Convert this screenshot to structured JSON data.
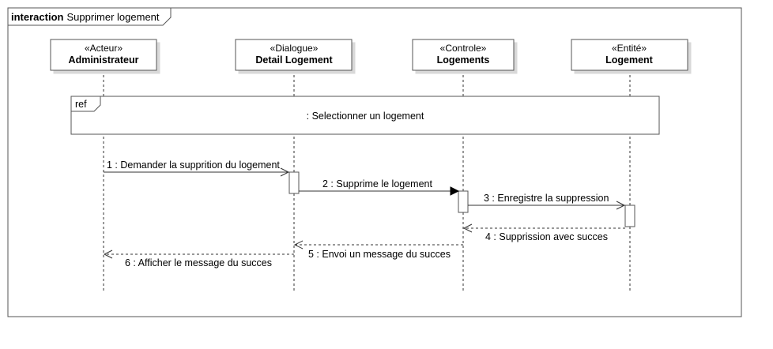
{
  "frame": {
    "keyword": "interaction",
    "name": "Supprimer logement"
  },
  "lifelines": [
    {
      "id": "admin",
      "stereotype": "«Acteur»",
      "name": "Administrateur"
    },
    {
      "id": "detail",
      "stereotype": "«Dialogue»",
      "name": "Detail Logement"
    },
    {
      "id": "ctrl",
      "stereotype": "«Controle»",
      "name": "Logements"
    },
    {
      "id": "ent",
      "stereotype": "«Entité»",
      "name": "Logement"
    }
  ],
  "ref": {
    "keyword": "ref",
    "label": ": Selectionner un logement"
  },
  "messages": [
    {
      "label": "1 : Demander la supprition du logement",
      "from": "admin",
      "to": "detail",
      "kind": "async"
    },
    {
      "label": "2 : Supprime le logement",
      "from": "detail",
      "to": "ctrl",
      "kind": "sync"
    },
    {
      "label": "3 : Enregistre la suppression",
      "from": "ctrl",
      "to": "ent",
      "kind": "async"
    },
    {
      "label": "4 : Supprission avec succes",
      "from": "ent",
      "to": "ctrl",
      "kind": "reply"
    },
    {
      "label": "5 : Envoi un message du succes",
      "from": "ctrl",
      "to": "detail",
      "kind": "reply"
    },
    {
      "label": "6 : Afficher le message du succes",
      "from": "detail",
      "to": "admin",
      "kind": "reply"
    }
  ]
}
